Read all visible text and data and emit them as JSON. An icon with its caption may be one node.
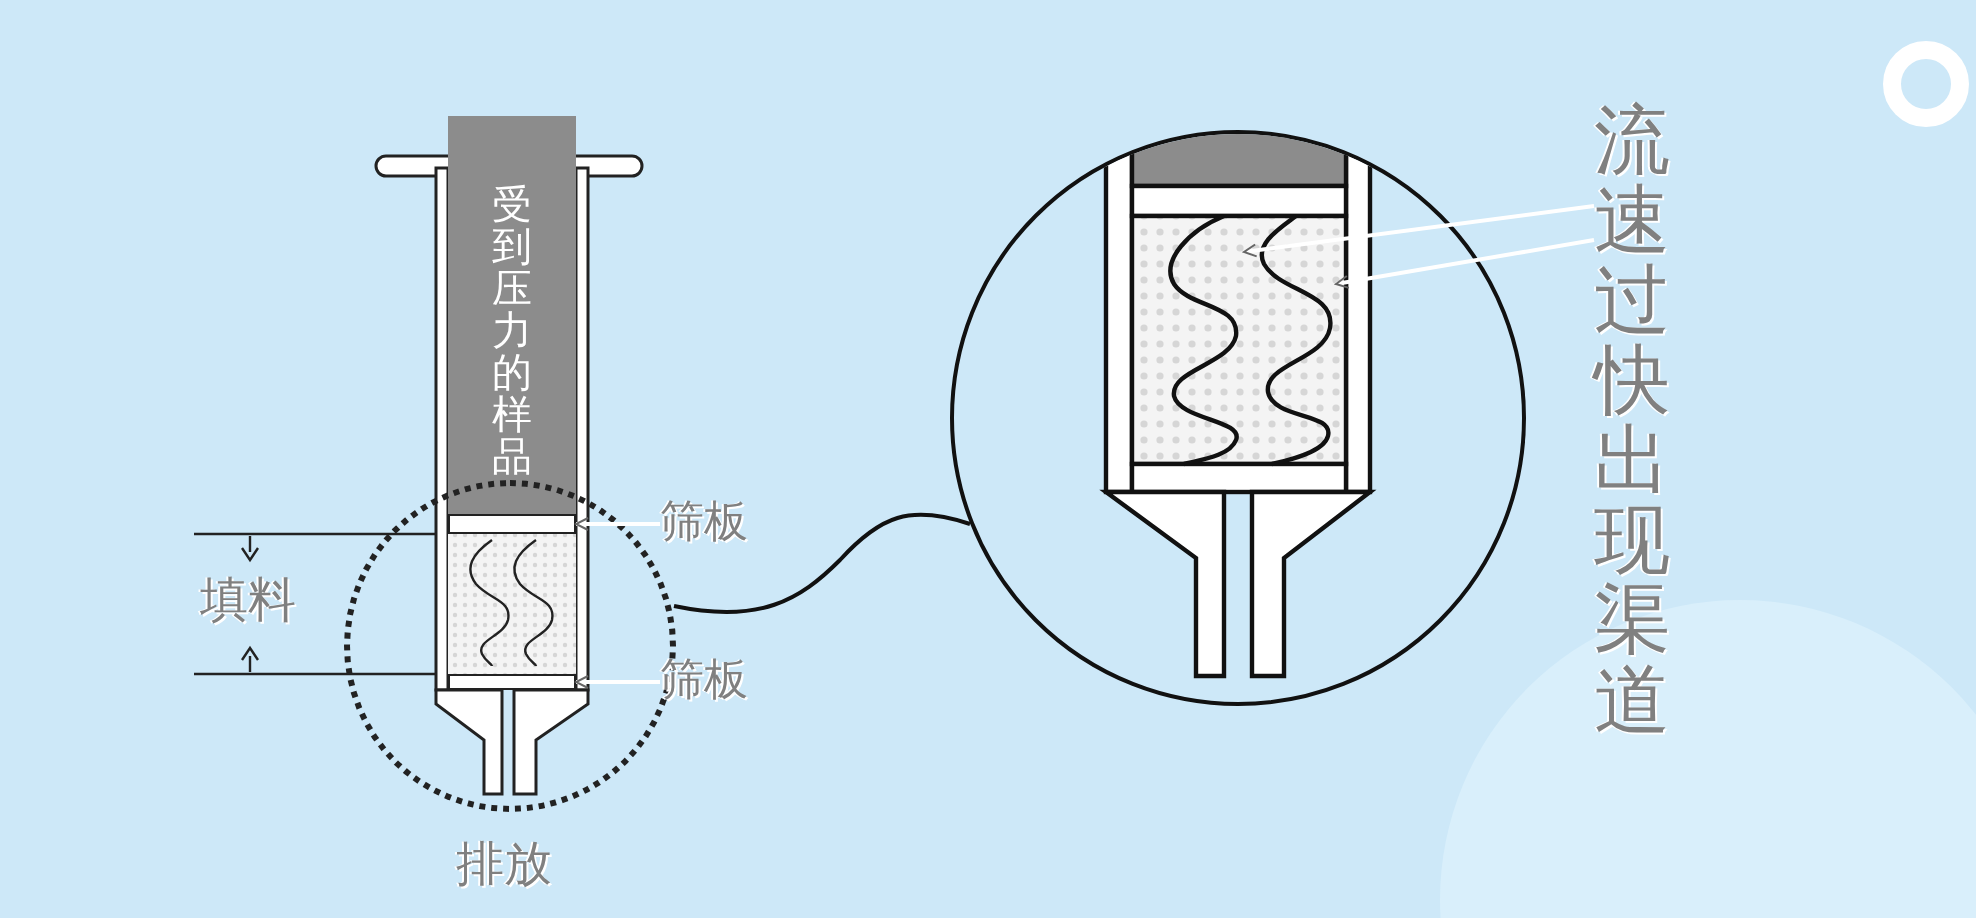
{
  "diagram": {
    "nodes": [
      {
        "text": [
          "受到压力的样品"
        ]
      },
      {
        "text": [],
        "shape": "circle"
      },
      {
        "text": [],
        "shape": "bar",
        "in": 1
      },
      {
        "text": [
          "筛板"
        ]
      },
      {
        "text": [],
        "shape": "bar",
        "in": 1
      },
      {
        "text": [
          "筛板"
        ]
      },
      {
        "text": [],
        "shape": "circle"
      },
      {
        "text": [
          "流速过快出现渠道"
        ]
      },
      {
        "text": [],
        "shape": "picture",
        "in": 6
      },
      {
        "text": [],
        "shape": "picture",
        "in": 6
      }
    ],
    "edges": [
      {
        "from": 3,
        "to": 2,
        "arrow": "to"
      },
      {
        "from": 5,
        "to": 4,
        "arrow": "to"
      },
      {
        "from": 1,
        "to": 6,
        "arrow": "none",
        "color": "#111111"
      },
      {
        "from": 7,
        "to": 8,
        "arrow": "to"
      },
      {
        "from": 7,
        "to": 9,
        "arrow": "to"
      }
    ],
    "labels": [
      "填料",
      "排放"
    ]
  }
}
